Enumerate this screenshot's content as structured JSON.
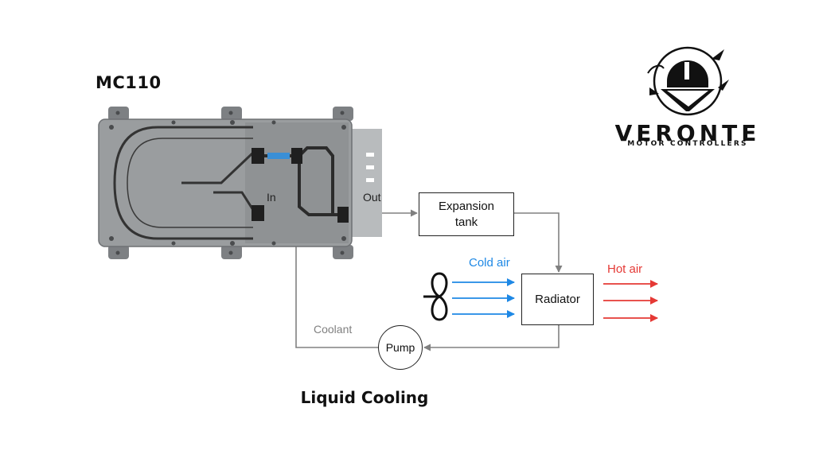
{
  "model": "MC110",
  "caption": "Liquid Cooling",
  "brand": {
    "name": "VERONTE",
    "tagline": "MOTOR CONTROLLERS"
  },
  "ports": {
    "in": "In",
    "out": "Out"
  },
  "components": {
    "expansion_tank": "Expansion tank",
    "radiator": "Radiator",
    "pump": "Pump"
  },
  "flows": {
    "coolant": "Coolant",
    "cold_air": "Cold air",
    "hot_air": "Hot air"
  },
  "colors": {
    "coolant_line": "#808080",
    "cold_air": "#1e88e5",
    "hot_air": "#e53935",
    "controller_body": "#9a9d9f",
    "heat_sink_edge": "#3fae6a"
  }
}
